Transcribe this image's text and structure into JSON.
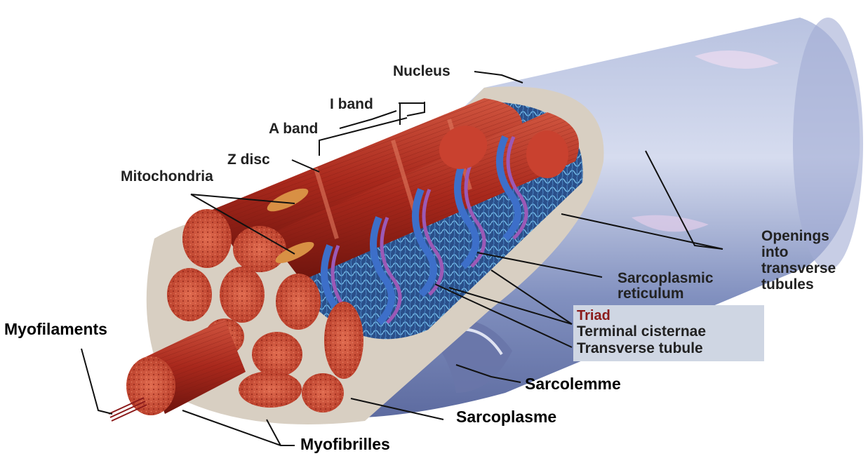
{
  "labels": {
    "nucleus": "Nucleus",
    "i_band": "I band",
    "a_band": "A band",
    "z_disc": "Z disc",
    "mitochondria": "Mitochondria",
    "openings_line1": "Openings",
    "openings_line2": "into",
    "openings_line3": "transverse",
    "openings_line4": "tubules",
    "sr_line1": "Sarcoplasmic",
    "sr_line2": "reticulum",
    "triad": "Triad",
    "terminal_cisternae": "Terminal cisternae",
    "transverse_tubule": "Transverse tubule",
    "myofilaments": "Myofilaments",
    "sarcolemme": "Sarcolemme",
    "sarcoplasme": "Sarcoplasme",
    "myofibrilles": "Myofibrilles"
  },
  "colors": {
    "muscle_red": "#b83226",
    "muscle_dark": "#7a1a12",
    "sarcolemma_blue": "#8d9bc4",
    "sarcolemma_light": "#c4cde6",
    "tubule_blue": "#3d6fc9",
    "tubule_purple": "#9b59b6",
    "triad_box": "#cfd6e3",
    "triad_text": "#8b1a1a"
  }
}
